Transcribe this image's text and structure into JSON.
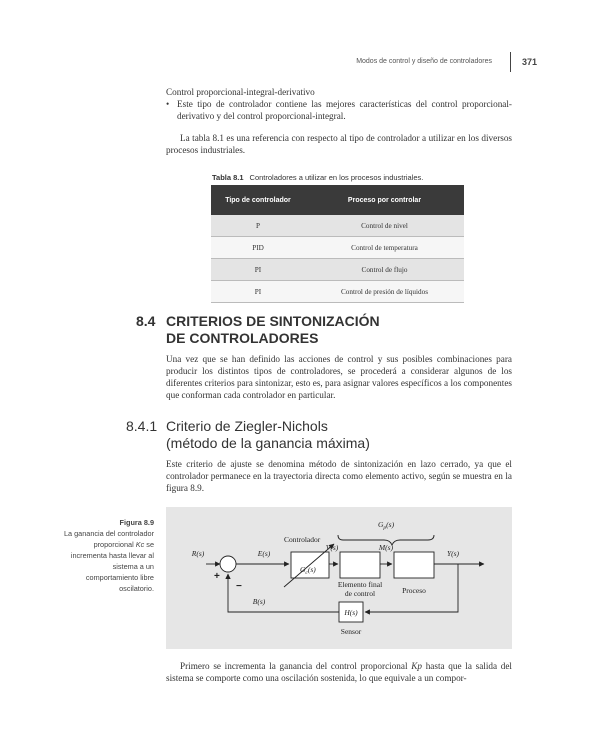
{
  "header": {
    "running_title": "Modos de control y diseño de controladores",
    "page_number": "371"
  },
  "intro": {
    "subheading": "Control proporcional-integral-derivativo",
    "bullet": "Este tipo de controlador contiene las mejores características del control proporcional-derivativo y del control proporcional-integral.",
    "paragraph": "La tabla 8.1 es una referencia con respecto al tipo de controlador a utilizar en los diversos procesos industriales."
  },
  "table": {
    "label": "Tabla 8.1",
    "caption": "Controladores a utilizar en los procesos industriales.",
    "headers": [
      "Tipo de controlador",
      "Proceso por controlar"
    ],
    "rows": [
      [
        "P",
        "Control de nivel"
      ],
      [
        "PID",
        "Control de temperatura"
      ],
      [
        "PI",
        "Control de flujo"
      ],
      [
        "PI",
        "Control de presión de líquidos"
      ]
    ]
  },
  "section": {
    "number": "8.4",
    "title_line1": "CRITERIOS DE SINTONIZACIÓN",
    "title_line2": "DE CONTROLADORES",
    "paragraph": "Una vez que se han definido las acciones de control y sus posibles combinaciones para producir los distintos tipos de controladores, se procederá a considerar algunos de los diferentes criterios para sintonizar, esto es, para asignar valores específicos a los componentes que conforman cada controlador en particular."
  },
  "subsection": {
    "number": "8.4.1",
    "title_line1": "Criterio de Ziegler-Nichols",
    "title_line2": "(método de la ganancia máxima)",
    "paragraph": "Este criterio de ajuste se denomina método de sintonización en lazo cerrado, ya que el controlador permanece en la trayectoria directa como elemento activo, según se muestra en la figura 8.9."
  },
  "figure": {
    "label": "Figura 8.9",
    "caption_pre": "La ganancia del controlador proporcional ",
    "caption_kc": "Kc",
    "caption_post": " se incrementa hasta llevar al sistema a un comportamiento libre oscilatorio.",
    "labels": {
      "gp": "G",
      "gp_sub": "p",
      "gp_arg": "(s)",
      "controlador": "Controlador",
      "r": "R(s)",
      "e": "E(s)",
      "v": "V(s)",
      "m": "M(s)",
      "y": "Y(s)",
      "gc": "G",
      "gc_sub": "c",
      "gc_arg": "(s)",
      "plus": "+",
      "minus": "−",
      "b": "B(s)",
      "elemento1": "Elemento final",
      "elemento2": "de control",
      "proceso": "Proceso",
      "h": "H(s)",
      "sensor": "Sensor"
    }
  },
  "closing": {
    "pre": "Primero se incrementa la ganancia del control proporcional ",
    "kp": "Kp",
    "post": " hasta que la salida del sistema se comporte como una oscilación sostenida, lo que equivale a un compor-"
  }
}
